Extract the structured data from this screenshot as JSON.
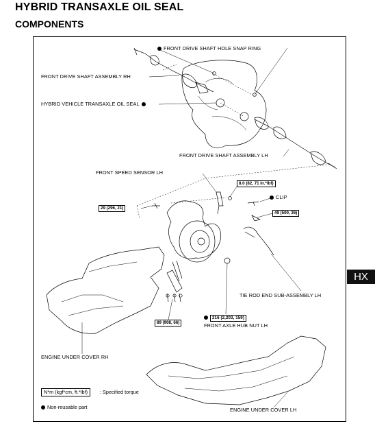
{
  "header": {
    "title": "HYBRID TRANSAXLE OIL SEAL",
    "subtitle": "COMPONENTS"
  },
  "side_tab": {
    "label": "HX"
  },
  "callouts": {
    "snap_ring": "FRONT DRIVE SHAFT HOLE SNAP RING",
    "shaft_rh": "FRONT DRIVE SHAFT ASSEMBLY RH",
    "oil_seal": "HYBRID VEHICLE TRANSAXLE OIL SEAL",
    "shaft_lh": "FRONT DRIVE SHAFT ASSEMBLY LH",
    "speed_sensor": "FRONT SPEED SENSOR LH",
    "clip": "CLIP",
    "tie_rod": "TIE ROD END SUB-ASSEMBLY LH",
    "hub_nut": "FRONT AXLE HUB NUT LH",
    "under_cover_rh": "ENGINE UNDER COVER RH",
    "under_cover_lh": "ENGINE UNDER COVER LH"
  },
  "torques": {
    "sensor_bolt": "8.0 (82, 71 in.*lbf)",
    "caliper_bolt": "29 (296, 21)",
    "tie_rod_nut": "49 (500, 36)",
    "hub_nut": "216 (2,203, 159)",
    "strut_bolt": "89 (908, 66)"
  },
  "legend": {
    "torque_box": "N*m (kgf*cm, ft.*lbf)",
    "torque_desc": ": Specified torque",
    "non_reusable": "Non-reusable part"
  }
}
